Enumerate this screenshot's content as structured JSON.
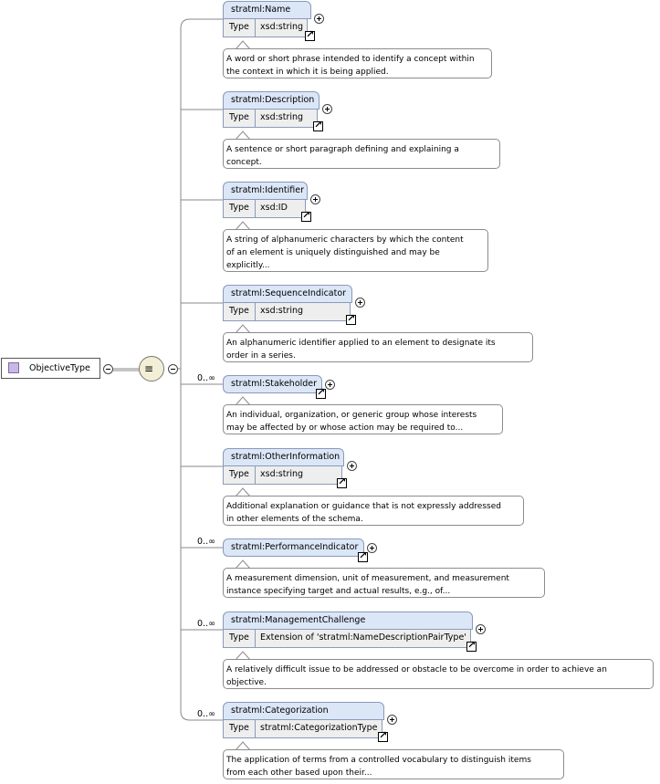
{
  "root": {
    "label": "ObjectiveType"
  },
  "type_key": "Type",
  "elements": [
    {
      "name": "stratml:Name",
      "type": "xsd:string",
      "occurrence": "",
      "doc_lines": [
        "A word or short phrase intended to identify a concept within",
        "the context in which it is being applied."
      ]
    },
    {
      "name": "stratml:Description",
      "type": "xsd:string",
      "occurrence": "",
      "doc_lines": [
        "A sentence or short paragraph defining and explaining a",
        "concept."
      ]
    },
    {
      "name": "stratml:Identifier",
      "type": "xsd:ID",
      "occurrence": "",
      "doc_lines": [
        "A string of alphanumeric characters by which the content",
        "of an element is uniquely distinguished and may be",
        "explicitly..."
      ]
    },
    {
      "name": "stratml:SequenceIndicator",
      "type": "xsd:string",
      "occurrence": "",
      "doc_lines": [
        "An alphanumeric identifier applied to an element to designate its",
        "order in a series."
      ]
    },
    {
      "name": "stratml:Stakeholder",
      "type": "",
      "occurrence": "0..∞",
      "doc_lines": [
        "An individual, organization, or generic group whose interests",
        "may be affected by or whose action may be required to..."
      ]
    },
    {
      "name": "stratml:OtherInformation",
      "type": "xsd:string",
      "occurrence": "",
      "doc_lines": [
        "Additional explanation or guidance that is not expressly addressed",
        "in other elements of the schema."
      ]
    },
    {
      "name": "stratml:PerformanceIndicator",
      "type": "",
      "occurrence": "0..∞",
      "doc_lines": [
        "A measurement dimension, unit of measurement, and measurement",
        "instance specifying target and actual results, e.g., of..."
      ]
    },
    {
      "name": "stratml:ManagementChallenge",
      "type": "Extension of 'stratml:NameDescriptionPairType'",
      "occurrence": "0..∞",
      "doc_lines": [
        "A relatively difficult issue to be addressed or obstacle to be overcome in order to achieve an",
        "objective."
      ]
    },
    {
      "name": "stratml:Categorization",
      "type": "stratml:CategorizationType",
      "occurrence": "0..∞",
      "doc_lines": [
        "The application of terms from a controlled vocabulary to distinguish items",
        "from each other based upon their..."
      ]
    }
  ]
}
